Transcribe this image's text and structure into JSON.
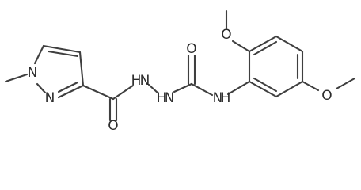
{
  "diagram": {
    "type": "chemical-structure",
    "atom_labels": {
      "ring_n_methyl": "N",
      "ring_n": "N",
      "carbonyl_o_left": "O",
      "hydrazide_nh_1": "H",
      "hydrazide_nh_1_n": "N",
      "hydrazide_nh_2": "H",
      "hydrazide_nh_2_n": "N",
      "carbonyl_o_right": "O",
      "amide_n": "N",
      "amide_h": "H",
      "methoxy_o_top": "O",
      "methoxy_o_right": "O"
    }
  }
}
